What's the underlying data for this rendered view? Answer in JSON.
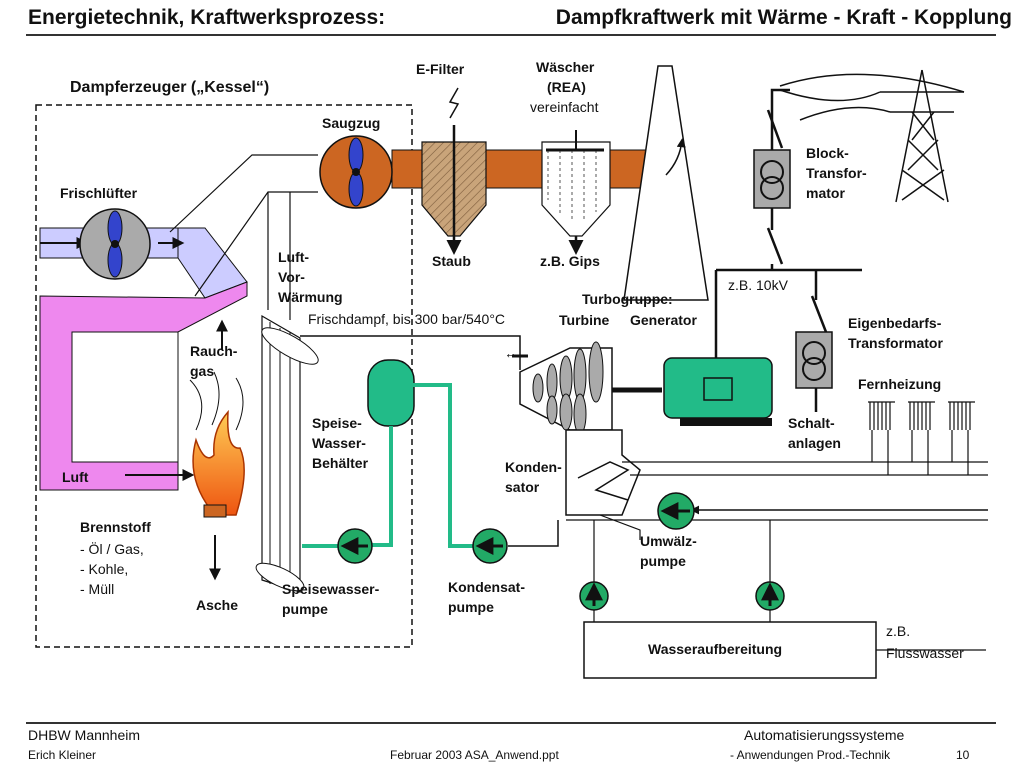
{
  "header": {
    "title_left": "Energietechnik, Kraftwerksprozess:",
    "title_right": "Dampfkraftwerk mit Wärme - Kraft - Kopplung"
  },
  "diagram": {
    "boiler_title": "Dampferzeuger („Kessel“)",
    "frischluefter": "Frischlüfter",
    "saugzug": "Saugzug",
    "efilter": "E-Filter",
    "waescher_1": "Wäscher",
    "waescher_2": "(REA)",
    "waescher_3": "vereinfacht",
    "staub": "Staub",
    "gips": "z.B. Gips",
    "block_1": "Block-",
    "block_2": "Transfor-",
    "block_3": "mator",
    "kv": "z.B. 10kV",
    "luftvor_1": "Luft-",
    "luftvor_2": "Vor-",
    "luftvor_3": "Wärmung",
    "turbogruppe": "Turbogruppe:",
    "turbine": "Turbine",
    "generator": "Generator",
    "frischdampf": "Frischdampf,  bis 300 bar/540°C",
    "eigen_1": "Eigenbedarfs-",
    "eigen_2": "Transformator",
    "rauch_1": "Rauch-",
    "rauch_2": "gas",
    "fernheizung": "Fernheizung",
    "speise_1": "Speise-",
    "speise_2": "Wasser-",
    "speise_3": "Behälter",
    "schalt_1": "Schalt-",
    "schalt_2": "anlagen",
    "luft": "Luft",
    "konden_1": "Konden-",
    "konden_2": "sator",
    "brennstoff": "Brennstoff",
    "fuel_1": "- Öl / Gas,",
    "fuel_2": "- Kohle,",
    "fuel_3": "- Müll",
    "umwaelz_1": "Umwälz-",
    "umwaelz_2": "pumpe",
    "asche": "Asche",
    "spw_1": "Speisewasser-",
    "spw_2": "pumpe",
    "kondpumpe_1": "Kondensat-",
    "kondpumpe_2": "pumpe",
    "wasseraufbereitung": "Wasseraufbereitung",
    "fluss_1": "z.B.",
    "fluss_2": "Flusswasser",
    "valve_symbol": "↔"
  },
  "colors": {
    "air": "#ccccff",
    "hot_air": "#ee88ee",
    "flue_gas": "#cc6622",
    "water_green": "#22bb88",
    "pump_green": "#22aa66",
    "gray": "#aaaaaa",
    "flame": "#ff9933"
  },
  "footer": {
    "left_1": "DHBW  Mannheim",
    "left_2": "Erich Kleiner",
    "mid": "Februar 2003     ASA_Anwend.ppt",
    "right_1": "Automatisierungssysteme",
    "right_2": "- Anwendungen Prod.-Technik",
    "page": "10"
  }
}
